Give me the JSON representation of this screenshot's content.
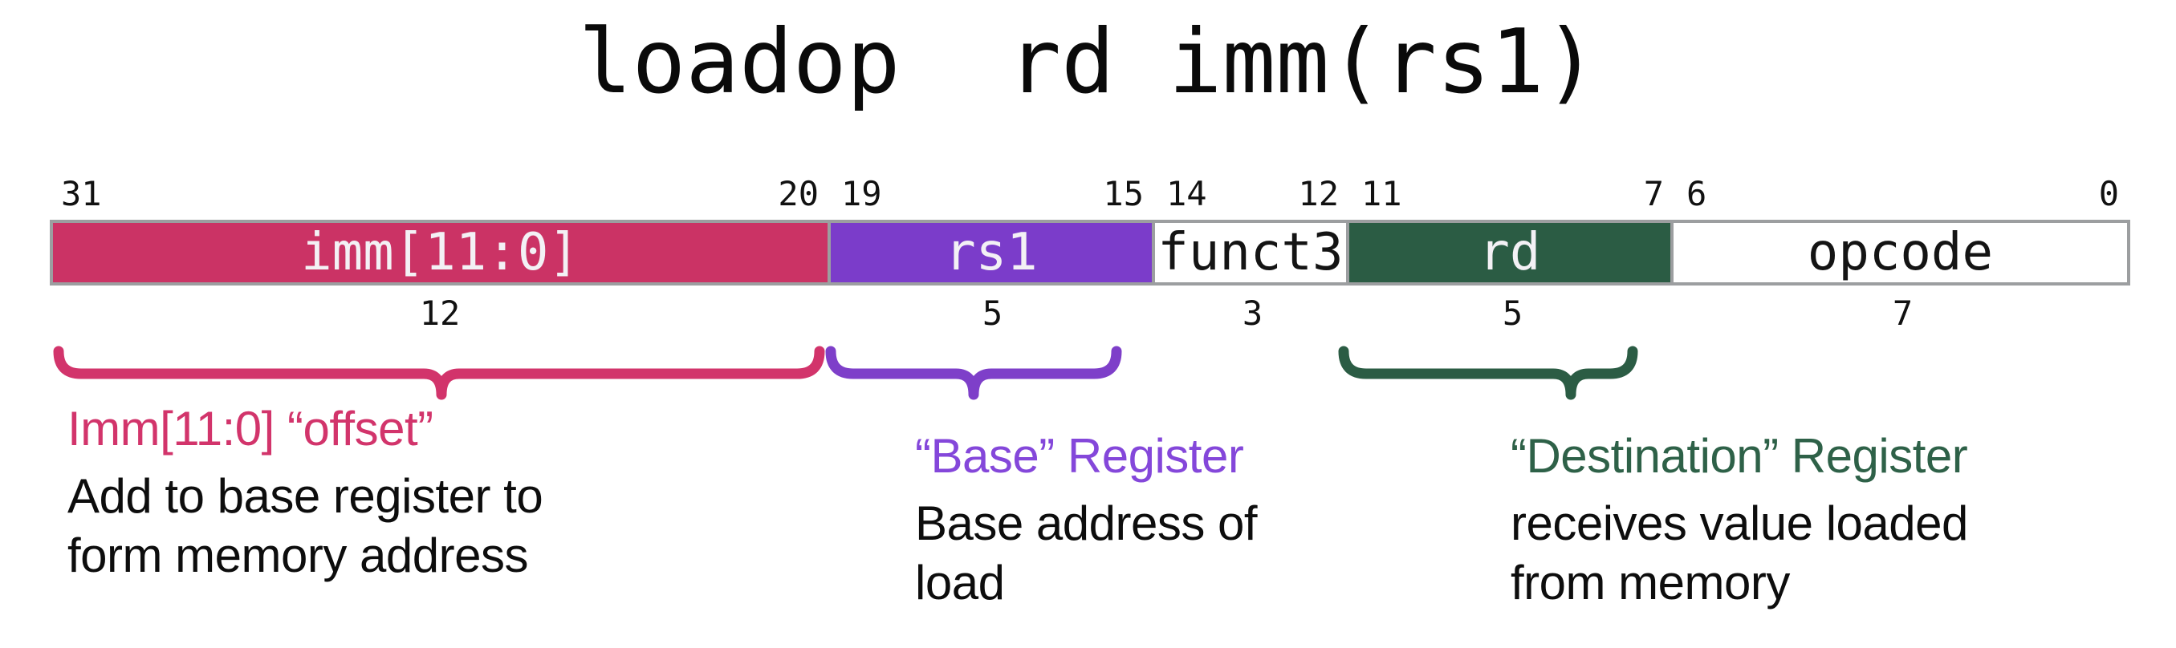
{
  "title": "loadop  rd imm(rs1)",
  "colors": {
    "imm_field": "#CB3365",
    "rs1_field": "#7B3CCA",
    "funct3_field": "#FFFFFF",
    "rd_field": "#2B5C44",
    "opcode_field": "#FFFFFF",
    "bar_border": "#9C9EA0",
    "imm_accent": "#D2346B",
    "rs1_accent": "#8447DA",
    "rd_accent": "#2E6148",
    "body_text": "#0D0D0D"
  },
  "fields": [
    {
      "name": "imm[11:0]",
      "hi": 31,
      "lo": 20,
      "bits": 12
    },
    {
      "name": "rs1",
      "hi": 19,
      "lo": 15,
      "bits": 5
    },
    {
      "name": "funct3",
      "hi": 14,
      "lo": 12,
      "bits": 3
    },
    {
      "name": "rd",
      "hi": 11,
      "lo": 7,
      "bits": 5
    },
    {
      "name": "opcode",
      "hi": 6,
      "lo": 0,
      "bits": 7
    }
  ],
  "annotations": [
    {
      "heading": "Imm[11:0] “offset”",
      "body": "Add to base register to\nform memory address"
    },
    {
      "heading": "“Base” Register",
      "body": "Base address of\nload"
    },
    {
      "heading": "“Destination” Register",
      "body": "receives value loaded\nfrom memory"
    }
  ]
}
